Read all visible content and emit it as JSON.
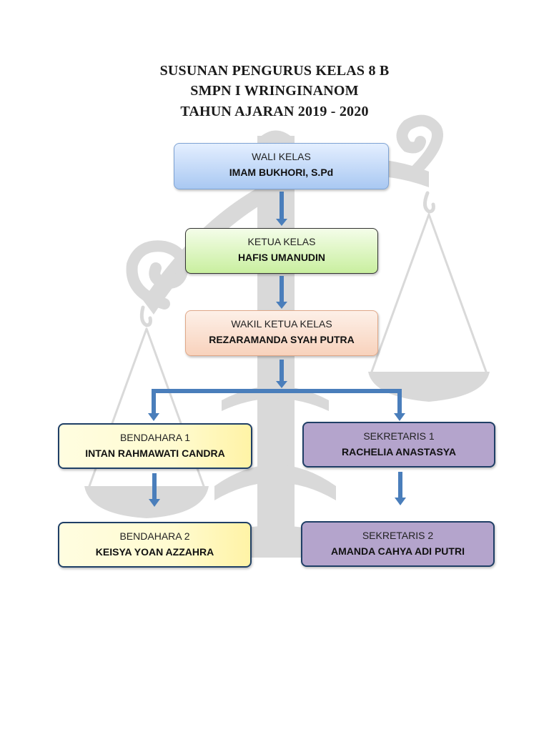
{
  "title": {
    "line1": "SUSUNAN PENGURUS KELAS 8 B",
    "line2": "SMPN I WRINGINANOM",
    "line3": "TAHUN AJARAN 2019 - 2020"
  },
  "nodes": {
    "wali": {
      "role": "WALI KELAS",
      "name": "IMAM BUKHORI, S.Pd"
    },
    "ketua": {
      "role": "KETUA KELAS",
      "name": "HAFIS UMANUDIN"
    },
    "wakil": {
      "role": "WAKIL KETUA KELAS",
      "name": "REZARAMANDA SYAH PUTRA"
    },
    "bendahara1": {
      "role": "BENDAHARA 1",
      "name": "INTAN RAHMAWATI CANDRA"
    },
    "sekretaris1": {
      "role": "SEKRETARIS 1",
      "name": "RACHELIA ANASTASYA"
    },
    "bendahara2": {
      "role": "BENDAHARA 2",
      "name": "KEISYA YOAN AZZAHRA"
    },
    "sekretaris2": {
      "role": "SEKRETARIS 2",
      "name": "AMANDA CAHYA ADI PUTRI"
    }
  },
  "colors": {
    "connector": "#4a7ebb",
    "watermark": "#d6d6d6"
  },
  "watermark_icon": "balance-scale-icon"
}
